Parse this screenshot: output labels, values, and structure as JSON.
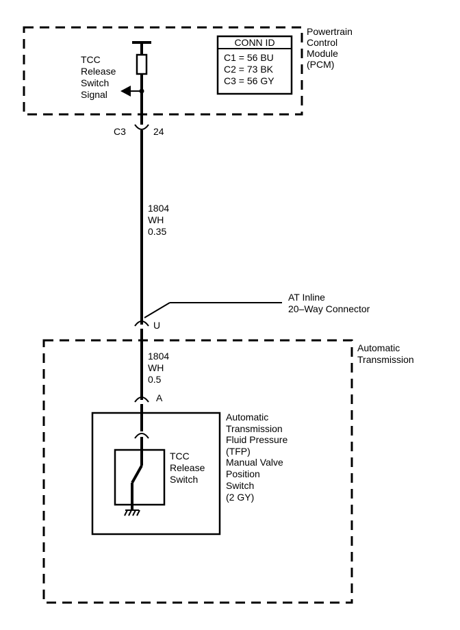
{
  "pcm": {
    "label_lines": [
      "Powertrain",
      "Control",
      "Module",
      "(PCM)"
    ],
    "conn_id": {
      "header": "CONN ID",
      "rows": [
        "C1 = 56 BU",
        "C2 = 73 BK",
        "C3 = 56 GY"
      ]
    },
    "signal_lines": [
      "TCC",
      "Release",
      "Switch",
      "Signal"
    ]
  },
  "connector_c3": {
    "name": "C3",
    "pin": "24"
  },
  "wire_upper": {
    "lines": [
      "1804",
      "WH",
      "0.35"
    ]
  },
  "inline_connector": {
    "label_lines": [
      "AT Inline",
      "20–Way Connector"
    ],
    "pin": "U"
  },
  "transmission": {
    "label_lines": [
      "Automatic",
      "Transmission"
    ]
  },
  "wire_lower": {
    "lines": [
      "1804",
      "WH",
      "0.5"
    ]
  },
  "connector_a": {
    "pin": "A"
  },
  "tfp_switch": {
    "label_lines": [
      "Automatic",
      "Transmission",
      "Fluid Pressure",
      "(TFP)",
      "Manual Valve",
      "Position",
      "Switch",
      "(2 GY)"
    ],
    "switch_lines": [
      "TCC",
      "Release",
      "Switch"
    ]
  }
}
